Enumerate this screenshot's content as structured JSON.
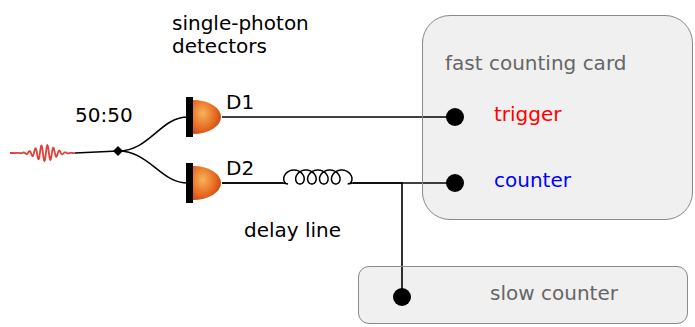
{
  "diagram": {
    "nodes": [
      {
        "text": [
          "D1"
        ]
      },
      {
        "text": [
          "D2"
        ]
      },
      {
        "text": [
          "fast counting card"
        ]
      },
      {
        "text": [
          "slow counter"
        ]
      }
    ],
    "edges": [
      {
        "from": 0,
        "to": 2,
        "arrow": "none"
      },
      {
        "from": 1,
        "to": 2,
        "arrow": "none"
      },
      {
        "from": 1,
        "to": 3,
        "arrow": "none"
      }
    ],
    "labels": [
      "single-photon detectors",
      "50:50",
      "delay line",
      "trigger",
      "counter"
    ]
  }
}
